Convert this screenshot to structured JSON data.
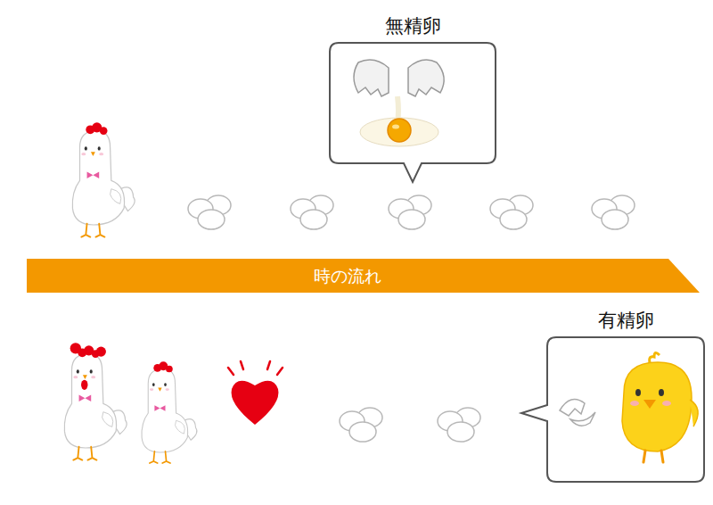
{
  "diagram": {
    "nodes": [
      {
        "text": [
          "無精卵"
        ]
      },
      {
        "text": [
          "時の流れ"
        ]
      },
      {
        "text": [
          "有精卵"
        ]
      }
    ]
  }
}
